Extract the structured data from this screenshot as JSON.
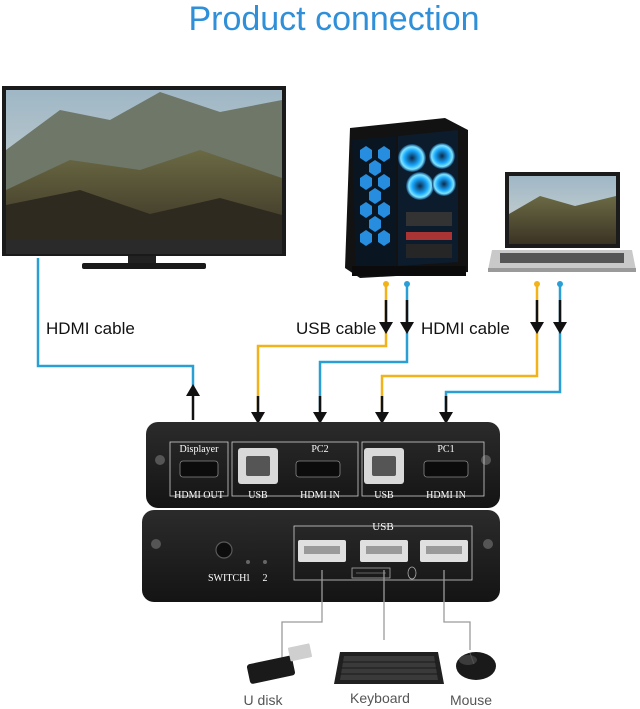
{
  "title": "Product connection",
  "cables": {
    "hdmi_left": "HDMI cable",
    "usb": "USB cable",
    "hdmi_right": "HDMI cable"
  },
  "front_panel": {
    "displayer": "Displayer",
    "hdmi_out": "HDMI OUT",
    "pc2": "PC2",
    "pc1": "PC1",
    "usb_a": "USB",
    "hdmi_in_a": "HDMI IN",
    "usb_b": "USB",
    "hdmi_in_b": "HDMI IN"
  },
  "back_panel": {
    "usb_header": "USB",
    "switch": "SWITCH",
    "led1": "1",
    "led2": "2"
  },
  "devices": {
    "udisk": "U disk",
    "keyboard": "Keyboard",
    "mouse": "Mouse"
  },
  "colors": {
    "title": "#2f8fd8",
    "hdmi_line": "#2a9fd6",
    "usb_line": "#f2b21a",
    "panel": "#1e1e1e"
  }
}
